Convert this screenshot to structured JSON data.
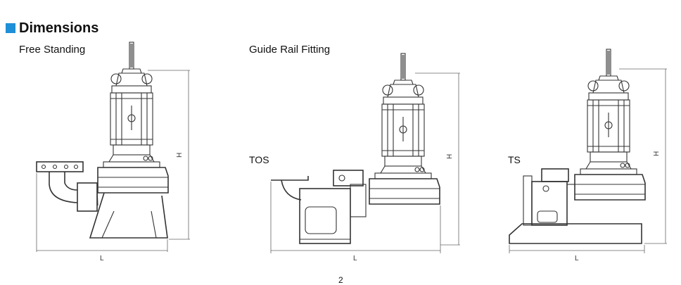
{
  "header": {
    "title": "Dimensions"
  },
  "drawings": {
    "free_standing": {
      "title": "Free Standing",
      "height_label": "H",
      "length_label": "L"
    },
    "guide_rail": {
      "title": "Guide Rail Fitting"
    },
    "tos": {
      "tag": "TOS",
      "height_label": "H",
      "length_label": "L"
    },
    "ts": {
      "tag": "TS",
      "height_label": "H",
      "length_label": "L"
    }
  },
  "page": {
    "number": "2"
  }
}
